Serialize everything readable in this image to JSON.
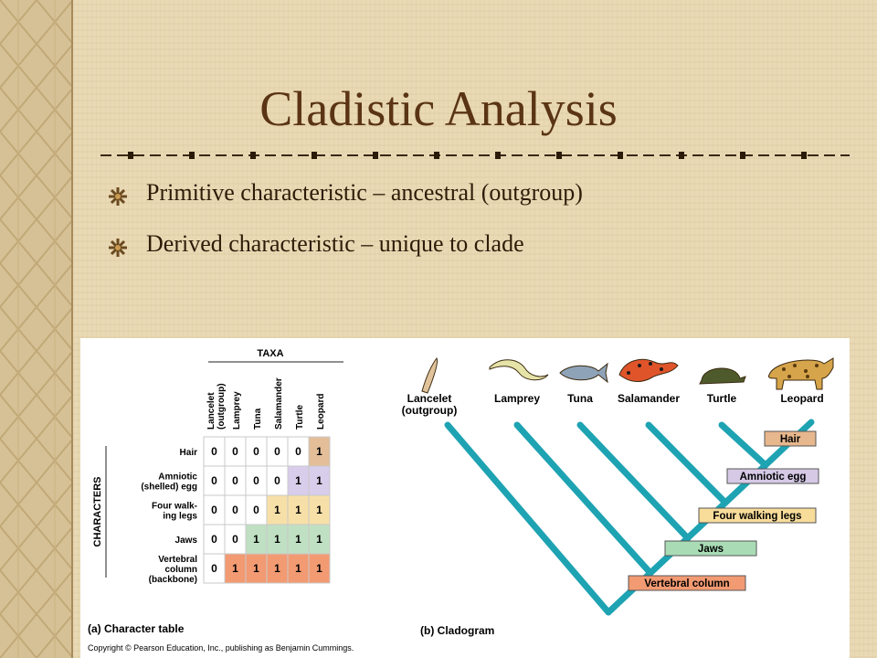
{
  "slide": {
    "title": "Cladistic Analysis",
    "bullets": [
      "Primitive characteristic – ancestral (outgroup)",
      "Derived characteristic – unique to clade"
    ]
  },
  "figure": {
    "taxa_heading": "TAXA",
    "characters_heading": "CHARACTERS",
    "taxa": [
      "Lancelet (outgroup)",
      "Lamprey",
      "Tuna",
      "Salamander",
      "Turtle",
      "Leopard"
    ],
    "characters": [
      "Hair",
      "Amniotic (shelled) egg",
      "Four walk- ing legs",
      "Jaws",
      "Vertebral column (backbone)"
    ],
    "table": [
      [
        "0",
        "0",
        "0",
        "0",
        "0",
        "1"
      ],
      [
        "0",
        "0",
        "0",
        "0",
        "1",
        "1"
      ],
      [
        "0",
        "0",
        "0",
        "1",
        "1",
        "1"
      ],
      [
        "0",
        "0",
        "1",
        "1",
        "1",
        "1"
      ],
      [
        "0",
        "1",
        "1",
        "1",
        "1",
        "1"
      ]
    ],
    "row_colors": [
      "#e3be99",
      "#d8cdea",
      "#f7e0a8",
      "#bfe0c2",
      "#f29a72"
    ],
    "cladogram_taxa": [
      "Lancelet\n(outgroup)",
      "Lamprey",
      "Tuna",
      "Salamander",
      "Turtle",
      "Leopard"
    ],
    "traits": [
      {
        "label": "Hair",
        "color": "#e7b78d"
      },
      {
        "label": "Amniotic egg",
        "color": "#d5c9e6"
      },
      {
        "label": "Four walking legs",
        "color": "#f7dc9a"
      },
      {
        "label": "Jaws",
        "color": "#a9dcb5"
      },
      {
        "label": "Vertebral column",
        "color": "#f29a72"
      }
    ],
    "caption_a": "(a) Character table",
    "caption_b": "(b) Cladogram",
    "copyright": "Copyright © Pearson Education, Inc., publishing as Benjamin Cummings.",
    "branch_color": "#1ea3b3"
  }
}
